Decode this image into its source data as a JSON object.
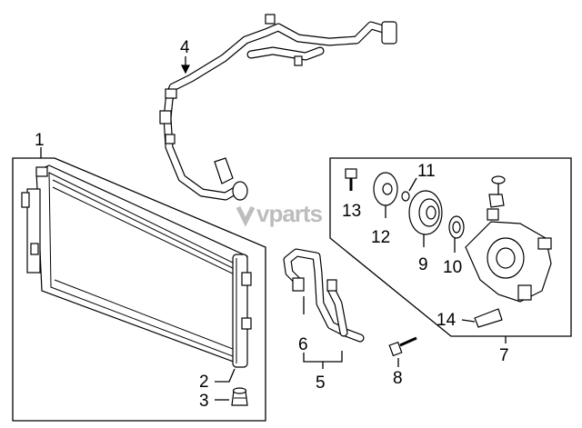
{
  "watermark": "vparts",
  "callouts": {
    "c1": "1",
    "c2": "2",
    "c3": "3",
    "c4": "4",
    "c5": "5",
    "c6": "6",
    "c7": "7",
    "c8": "8",
    "c9": "9",
    "c10": "10",
    "c11": "11",
    "c12": "12",
    "c13": "13",
    "c14": "14"
  },
  "colors": {
    "line": "#000000",
    "watermark": "#bdbdbd",
    "background": "#ffffff"
  }
}
